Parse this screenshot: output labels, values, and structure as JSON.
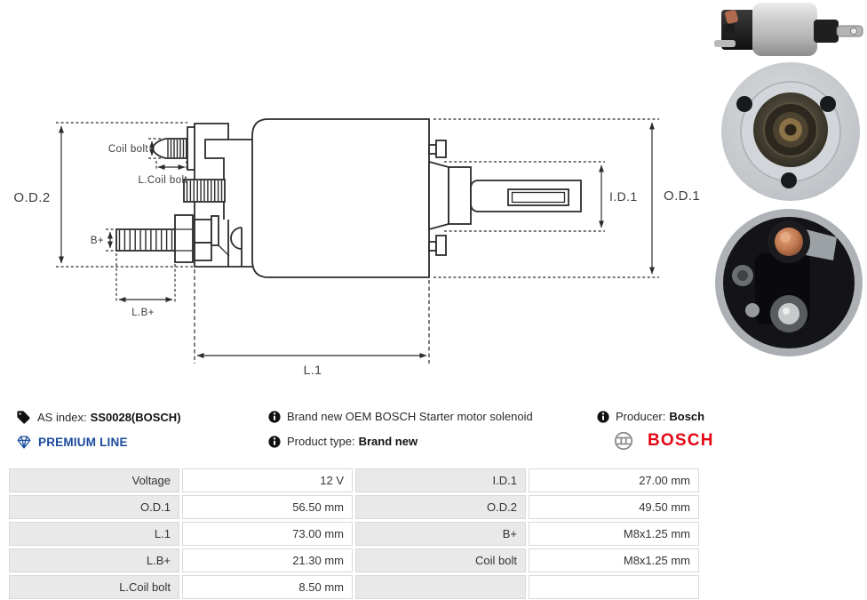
{
  "info": {
    "as_index": {
      "label": "AS index:",
      "value": "SS0028(BOSCH)"
    },
    "premium_line": "PREMIUM LINE",
    "description": "Brand new OEM BOSCH Starter motor solenoid",
    "product_type": {
      "label": "Product type:",
      "value": "Brand new"
    },
    "producer": {
      "label": "Producer:",
      "value": "Bosch"
    },
    "brand_logo_text": "BOSCH"
  },
  "diagram": {
    "labels": {
      "od2": "O.D.2",
      "coil_bolt": "Coil bolt",
      "l_coil_bolt": "L.Coil bolt",
      "b_plus": "B+",
      "l_b_plus": "L.B+",
      "l1": "L.1",
      "id1": "I.D.1",
      "od1": "O.D.1"
    }
  },
  "spec_table": {
    "rows": [
      [
        "Voltage",
        "12 V",
        "I.D.1",
        "27.00 mm"
      ],
      [
        "O.D.1",
        "56.50 mm",
        "O.D.2",
        "49.50 mm"
      ],
      [
        "L.1",
        "73.00 mm",
        "B+",
        "M8x1.25 mm"
      ],
      [
        "L.B+",
        "21.30 mm",
        "Coil bolt",
        "M8x1.25 mm"
      ],
      [
        "L.Coil bolt",
        "8.50 mm",
        "",
        ""
      ]
    ]
  },
  "colors": {
    "premium_blue": "#1b4a9e",
    "bosch_red": "#e30613",
    "table_label_bg": "#e9e9e9",
    "diagram_stroke": "#2b2b2b"
  }
}
